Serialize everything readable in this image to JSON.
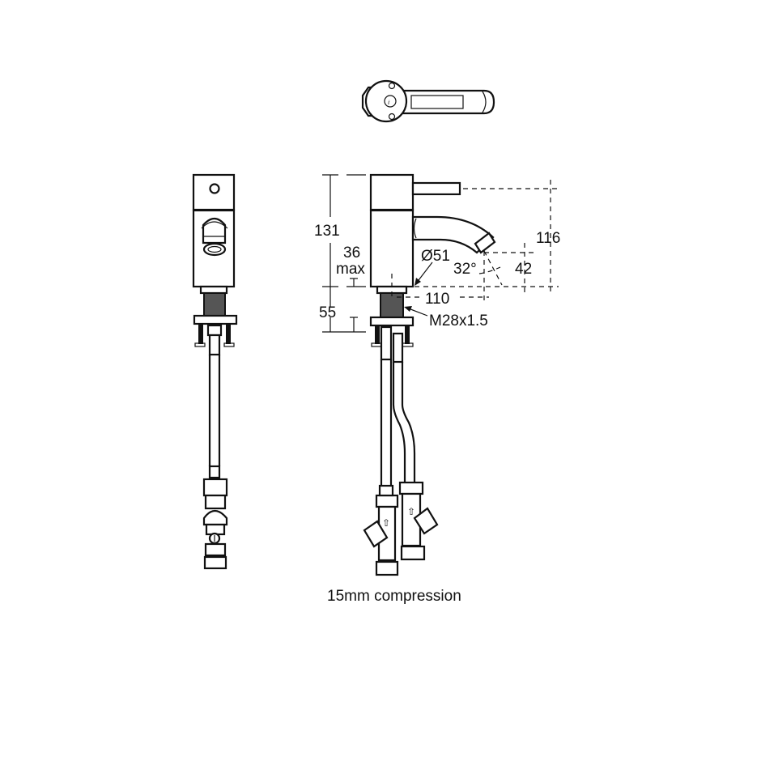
{
  "drawing": {
    "title": "Basin mixer tap technical drawing",
    "views": [
      "top-view",
      "front-view",
      "side-view"
    ],
    "dimensions": {
      "overall_height": "131",
      "deck_thickness_1": "36",
      "deck_thickness_2": "max",
      "below_deck": "55",
      "base_diameter": "Ø51",
      "spout_angle": "32°",
      "spout_outlet_height": "42",
      "lever_height": "116",
      "spout_projection": "110",
      "thread": "M28x1.5"
    },
    "caption": "15mm compression",
    "colors": {
      "line": "#111111",
      "background": "#ffffff",
      "thread_fill": "#555555"
    }
  }
}
